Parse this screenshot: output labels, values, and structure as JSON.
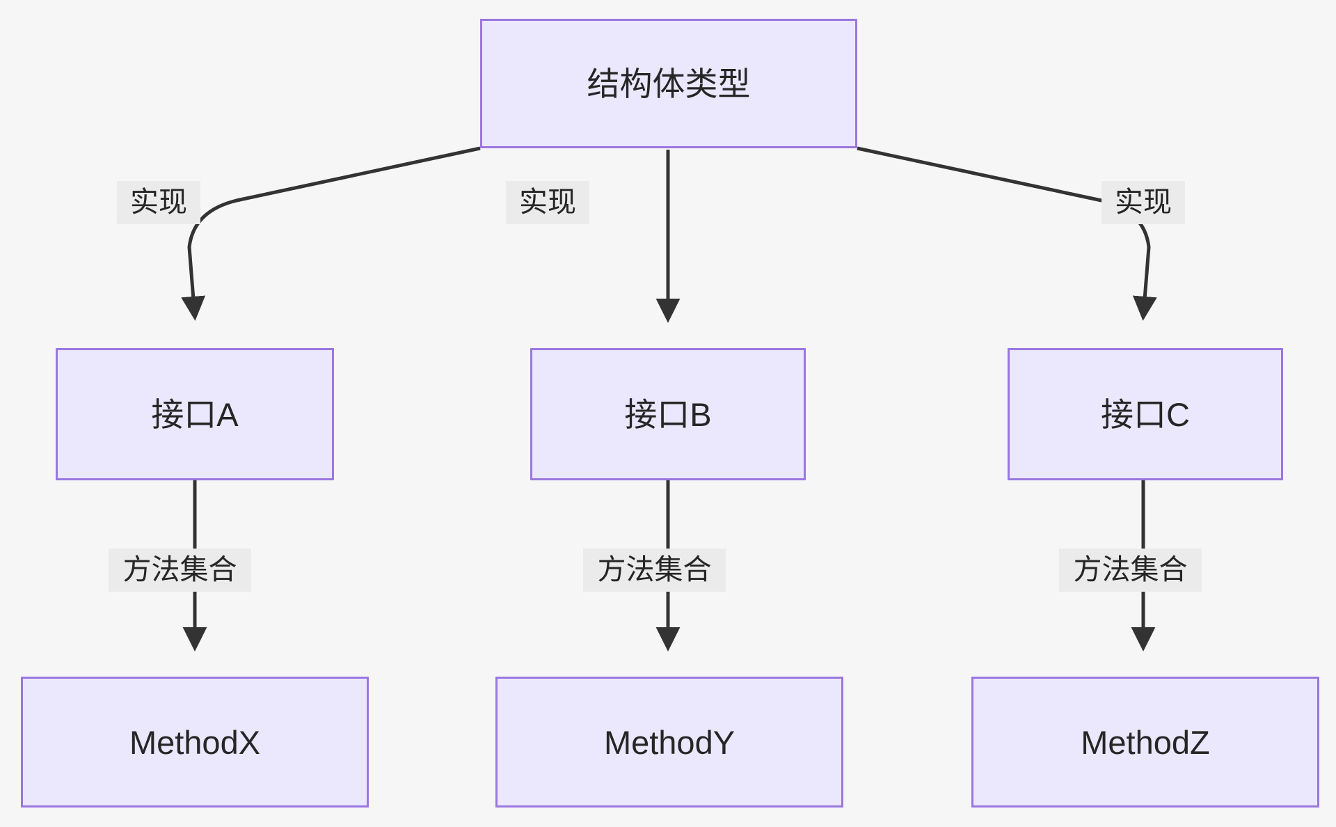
{
  "diagram": {
    "type": "flowchart",
    "direction": "top-down",
    "background_color": "#f7f6f6",
    "node_fill_color": "#ebe7fc",
    "node_border_color": "#9a77e0",
    "edge_color": "#333333",
    "label_background_color": "#ebebeb",
    "text_color": "#262626",
    "root": {
      "id": "struct-type",
      "label": "结构体类型"
    },
    "interfaces": [
      {
        "id": "interface-a",
        "label": "接口A"
      },
      {
        "id": "interface-b",
        "label": "接口B"
      },
      {
        "id": "interface-c",
        "label": "接口C"
      }
    ],
    "methods": [
      {
        "id": "method-x",
        "label": "MethodX"
      },
      {
        "id": "method-y",
        "label": "MethodY"
      },
      {
        "id": "method-z",
        "label": "MethodZ"
      }
    ],
    "edge_labels": {
      "implements": [
        "实现",
        "实现",
        "实现"
      ],
      "method_set": [
        "方法集合",
        "方法集合",
        "方法集合"
      ]
    }
  }
}
